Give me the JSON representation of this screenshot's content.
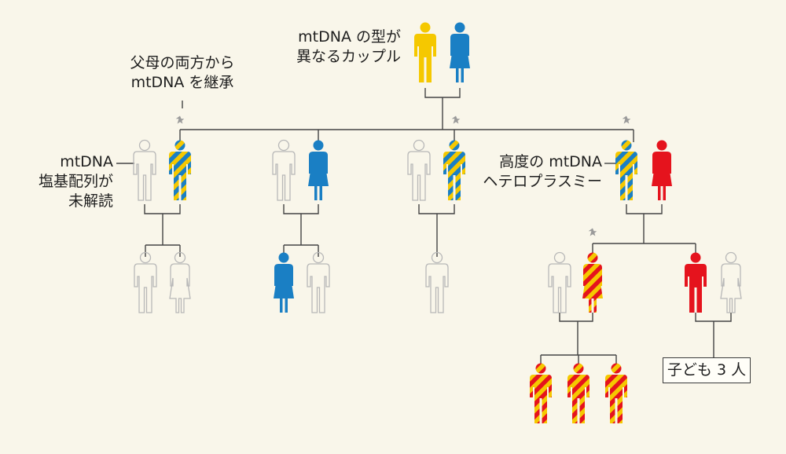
{
  "annotations": {
    "couple_top": [
      "mtDNA の型が",
      "異なるカップル"
    ],
    "both_parents": [
      "父母の両方から",
      "mtDNA を継承"
    ],
    "unsequenced": [
      "mtDNA",
      "塩基配列が",
      "未解読"
    ],
    "heteroplasmy": [
      "高度の mtDNA",
      "ヘテロプラスミー"
    ],
    "three_children": "子ども 3 人"
  },
  "colors": {
    "background": "#f9f6ea",
    "father_mtdna": "#f5c800",
    "mother_mtdna": "#1a7fc4",
    "partner_mtdna": "#e5131d",
    "unknown_outline": "#b8b8b8",
    "star": "#9a9a9a",
    "line": "#444444"
  },
  "icons": [
    "male-figure-icon",
    "female-figure-icon",
    "star-icon"
  ]
}
